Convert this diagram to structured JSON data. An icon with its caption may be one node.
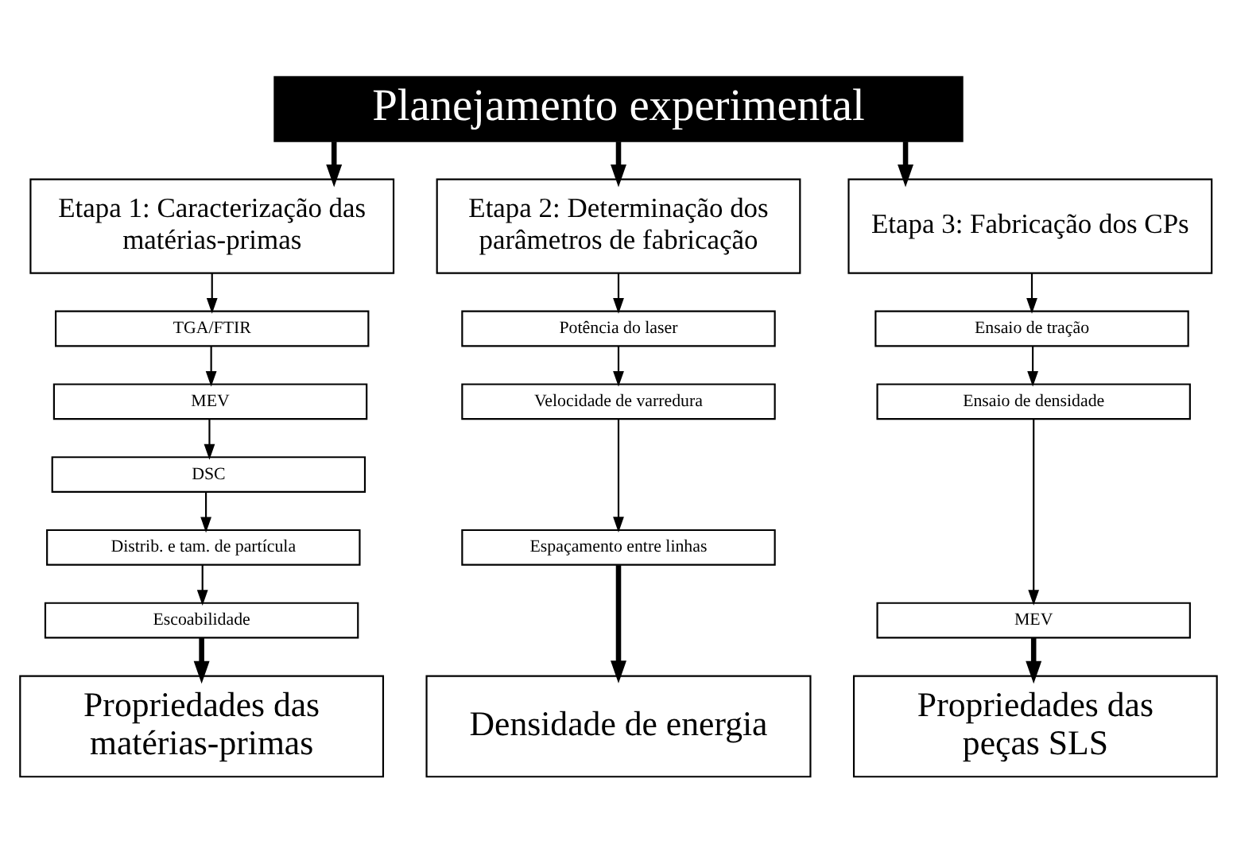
{
  "diagram": {
    "nodes": [
      {
        "text": [
          "Planejamento experimental"
        ]
      },
      {
        "text": [
          "Etapa 1: Caracterização das matérias-primas"
        ]
      },
      {
        "text": [
          "Etapa 2: Determinação dos parâmetros de fabricação"
        ]
      },
      {
        "text": [
          "Etapa 3: Fabricação dos CPs"
        ]
      },
      {
        "text": [
          "TGA/FTIR"
        ]
      },
      {
        "text": [
          "MEV"
        ]
      },
      {
        "text": [
          "DSC"
        ]
      },
      {
        "text": [
          "Distrib. e tam. de partícula"
        ]
      },
      {
        "text": [
          "Escoabilidade"
        ]
      },
      {
        "text": [
          "Propriedades das matérias-primas"
        ]
      },
      {
        "text": [
          "Potência do laser"
        ]
      },
      {
        "text": [
          "Velocidade de varredura"
        ]
      },
      {
        "text": [
          "Espaçamento entre linhas"
        ]
      },
      {
        "text": [
          "Densidade de energia"
        ]
      },
      {
        "text": [
          "Ensaio de tração"
        ]
      },
      {
        "text": [
          "Ensaio de densidade"
        ]
      },
      {
        "text": [
          "MEV"
        ]
      },
      {
        "text": [
          "Propriedades das peças SLS"
        ]
      }
    ],
    "edges": [
      {
        "from": 0,
        "to": 1,
        "arrow": "to",
        "style": "thick"
      },
      {
        "from": 0,
        "to": 2,
        "arrow": "to",
        "style": "thick"
      },
      {
        "from": 0,
        "to": 3,
        "arrow": "to",
        "style": "thick"
      },
      {
        "from": 1,
        "to": 4,
        "arrow": "to"
      },
      {
        "from": 4,
        "to": 5,
        "arrow": "to"
      },
      {
        "from": 5,
        "to": 6,
        "arrow": "to"
      },
      {
        "from": 6,
        "to": 7,
        "arrow": "to"
      },
      {
        "from": 7,
        "to": 8,
        "arrow": "to"
      },
      {
        "from": 8,
        "to": 9,
        "arrow": "to",
        "style": "thick"
      },
      {
        "from": 2,
        "to": 10,
        "arrow": "to"
      },
      {
        "from": 10,
        "to": 11,
        "arrow": "to"
      },
      {
        "from": 11,
        "to": 12,
        "arrow": "to"
      },
      {
        "from": 12,
        "to": 13,
        "arrow": "to",
        "style": "thick"
      },
      {
        "from": 3,
        "to": 14,
        "arrow": "to"
      },
      {
        "from": 14,
        "to": 15,
        "arrow": "to"
      },
      {
        "from": 15,
        "to": 16,
        "arrow": "to"
      },
      {
        "from": 16,
        "to": 17,
        "arrow": "to",
        "style": "thick"
      }
    ]
  }
}
